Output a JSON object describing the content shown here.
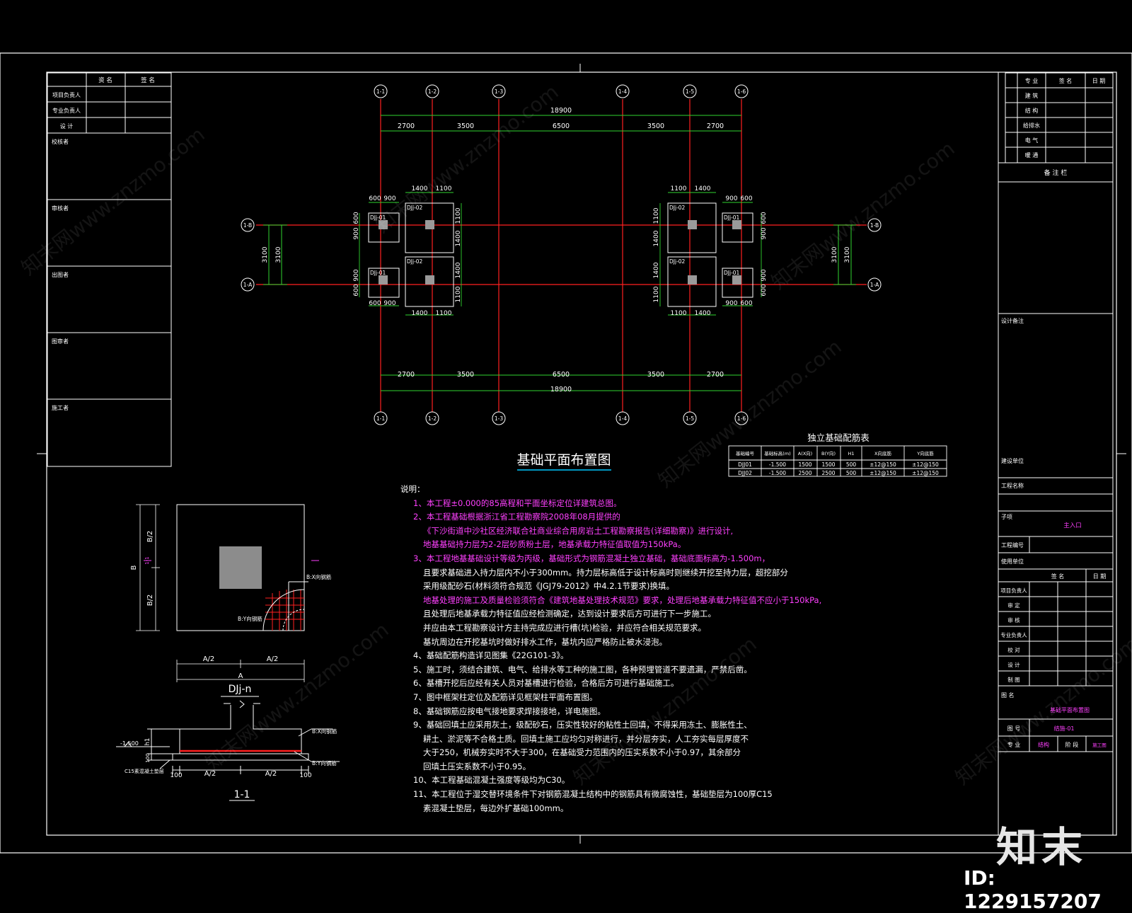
{
  "sign_table": {
    "headers": [
      "资 名",
      "签 名"
    ],
    "rows": [
      "项目负责人",
      "专业负责人",
      "设 计"
    ],
    "sections": [
      "校核者",
      "审核者",
      "出图者",
      "图审者",
      "施工者"
    ]
  },
  "axes": {
    "top": [
      "1-1",
      "1-2",
      "1-3",
      "1-4",
      "1-5",
      "1-6"
    ],
    "left": [
      "1-B",
      "1-A"
    ],
    "right": [
      "1-B",
      "1-A"
    ]
  },
  "dims": {
    "total": "18900",
    "spans": [
      "2700",
      "3500",
      "6500",
      "3500",
      "2700"
    ],
    "v_span": "3100",
    "fdn_a": [
      "1400",
      "1100"
    ],
    "fdn_b": [
      "600",
      "900"
    ]
  },
  "foundation_tags": [
    "DJj-01",
    "DJj-02"
  ],
  "plan_title": "基础平面布置图",
  "schedule": {
    "title": "独立基础配筋表",
    "headers": [
      "基础编号",
      "基础标高(m)",
      "A(X向)",
      "B(Y向)",
      "H1",
      "X向底筋",
      "Y向底筋"
    ],
    "rows": [
      [
        "DJJ01",
        "-1.500",
        "1500",
        "1500",
        "500",
        "±12@150",
        "±12@150"
      ],
      [
        "DJJ02",
        "-1.500",
        "2500",
        "2500",
        "500",
        "±12@150",
        "±12@150"
      ]
    ]
  },
  "detail": {
    "b_half": "B/2",
    "b": "B",
    "a_half": "A/2",
    "a": "A",
    "h1": "H1",
    "x_bar": "B:X向钢筋",
    "y_bar": "B:Y向钢筋",
    "tag": "DJj-n",
    "section": "1-1",
    "elev": "-1.500",
    "h1_label": "h1",
    "bedding": "C15素混凝土垫层",
    "offset": "100"
  },
  "notes": {
    "head": "说明：",
    "lines": [
      {
        "t": "1、本工程±0.000的85高程和平面坐标定位详建筑总图。",
        "c": "mg"
      },
      {
        "t": "2、本工程基础根据浙江省工程勘察院2008年08月提供的",
        "c": "mg"
      },
      {
        "t": "《下沙街道中沙社区经济联合社商业综合用房岩土工程勘察报告(详细勘察)》进行设计,",
        "c": "mg"
      },
      {
        "t": "地基基础持力层为2-2层砂质粉土层，地基承载力特征值取值为150kPa。",
        "c": "mg"
      },
      {
        "t": "3、本工程地基基础设计等级为丙级，基础形式为钢筋混凝土独立基础，基础底面标高为-1.500m，",
        "c": "mg"
      },
      {
        "t": "且要求基础进入持力层内不小于300mm。持力层标高低于设计标高时则继续开挖至持力层，超挖部分",
        "c": ""
      },
      {
        "t": "采用级配砂石(材料须符合规范《JGJ79-2012》中4.2.1节要求)换填。",
        "c": ""
      },
      {
        "t": "地基处理的施工及质量检验须符合《建筑地基处理技术规范》要求，处理后地基承载力特征值不应小于150kPa,",
        "c": "mg"
      },
      {
        "t": "且处理后地基承载力特征值应经检测确定，达到设计要求后方可进行下一步施工。",
        "c": ""
      },
      {
        "t": "并应由本工程勘察设计方主持完成应进行槽(坑)检验，并应符合相关规范要求。",
        "c": ""
      },
      {
        "t": "基坑周边在开挖基坑时做好排水工作，基坑内应严格防止被水浸泡。",
        "c": ""
      },
      {
        "t": "4、基础配筋构造详见图集《22G101-3》。",
        "c": ""
      },
      {
        "t": "5、施工时，须结合建筑、电气、给排水等工种的施工图，各种预埋管道不要遗漏，严禁后凿。",
        "c": ""
      },
      {
        "t": "6、基槽开挖后应经有关人员对基槽进行检验，合格后方可进行基础施工。",
        "c": ""
      },
      {
        "t": "7、图中框架柱定位及配筋详见框架柱平面布置图。",
        "c": ""
      },
      {
        "t": "8、基础钢筋应按电气接地要求焊接接地，详电施图。",
        "c": ""
      },
      {
        "t": "9、基础回填土应采用灰土，级配砂石，压实性较好的粘性土回填，不得采用冻土、膨胀性土、",
        "c": ""
      },
      {
        "t": "耕土、淤泥等不合格土质。回填土施工应均匀对称进行，并分层夯实，人工夯实每层厚度不",
        "c": ""
      },
      {
        "t": "大于250，机械夯实时不大于300，在基础受力范围内的压实系数不小于0.97，其余部分",
        "c": ""
      },
      {
        "t": "回填土压实系数不小于0.95。",
        "c": ""
      },
      {
        "t": "10、本工程基础混凝土强度等级均为C30。",
        "c": ""
      },
      {
        "t": "11、本工程位于湿交替环境条件下对钢筋混凝土结构中的钢筋具有微腐蚀性，基础垫层为100厚C15",
        "c": ""
      },
      {
        "t": "素混凝土垫层，每边外扩基础100mm。",
        "c": ""
      }
    ]
  },
  "title_block": {
    "top_rows": [
      "建 筑",
      "结 构",
      "给排水",
      "电 气",
      "暖 通"
    ],
    "top_head": [
      "专 业",
      "签 名",
      "日 期"
    ],
    "company": "备 注 栏",
    "design_notes": "设计备注",
    "client": "建设单位",
    "project": "工程名称",
    "sub_item": "子项",
    "sub_item_value": "主入口",
    "project_no": "工程编号",
    "use_unit": "使用单位",
    "sign_head": [
      "签 名",
      "日 期"
    ],
    "sign_rows": [
      "项目负责人",
      "审 定",
      "审 核",
      "专业负责人",
      "校 对",
      "设 计",
      "制 图"
    ],
    "drawing_name_label": "图 名",
    "drawing_name": "基础平面布置图",
    "drawing_no_label": "图 号",
    "drawing_no": "结施-01",
    "discipline_label": "专 业",
    "discipline": "结构",
    "stage_label": "阶 段",
    "stage": "施工图"
  },
  "watermark": {
    "brand": "知末",
    "id": "ID: 1229157207"
  },
  "colors": {
    "red": "#ff2020",
    "green": "#2fd32f",
    "white": "#ffffff",
    "magenta": "#ff40ff",
    "cyan": "#00c8ff"
  }
}
